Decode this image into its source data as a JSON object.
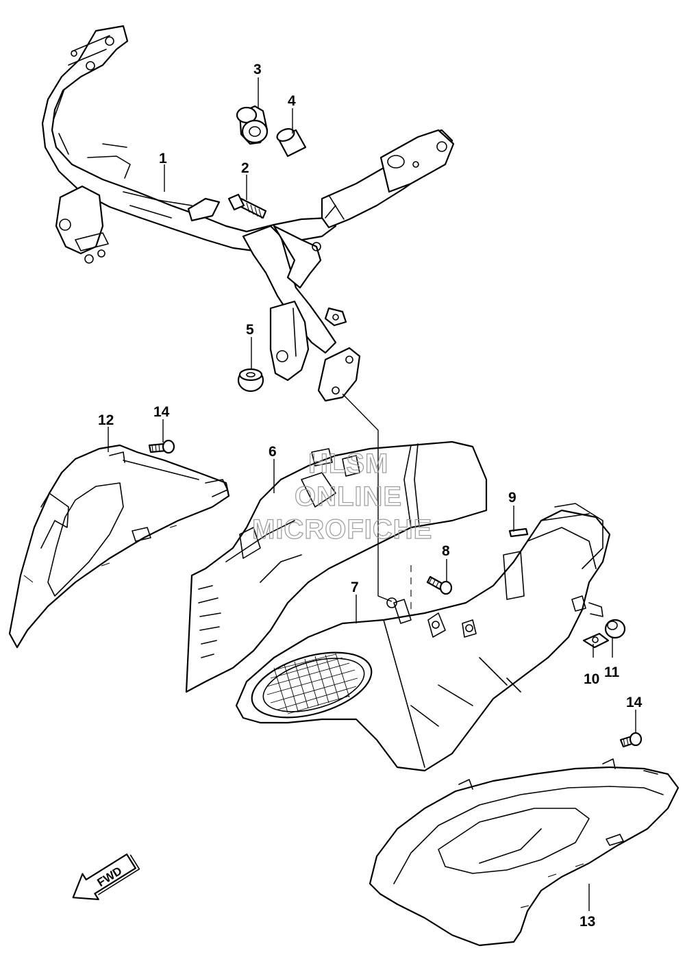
{
  "diagram": {
    "callouts": [
      {
        "id": "1",
        "text": "1"
      },
      {
        "id": "2",
        "text": "2"
      },
      {
        "id": "3",
        "text": "3"
      },
      {
        "id": "4",
        "text": "4"
      },
      {
        "id": "5",
        "text": "5"
      },
      {
        "id": "6",
        "text": "6"
      },
      {
        "id": "7",
        "text": "7"
      },
      {
        "id": "8",
        "text": "8"
      },
      {
        "id": "9",
        "text": "9"
      },
      {
        "id": "10",
        "text": "10"
      },
      {
        "id": "11",
        "text": "11"
      },
      {
        "id": "12",
        "text": "12"
      },
      {
        "id": "13",
        "text": "13"
      },
      {
        "id": "14a",
        "text": "14"
      },
      {
        "id": "14b",
        "text": "14"
      }
    ],
    "fwd_label": "FWD",
    "watermark": {
      "line1": "HLSM",
      "line2": "ONLINE",
      "line3": "MICROFICHE"
    }
  },
  "colors": {
    "line": "#000000",
    "background": "#ffffff",
    "watermark": "#9a9a9a"
  }
}
